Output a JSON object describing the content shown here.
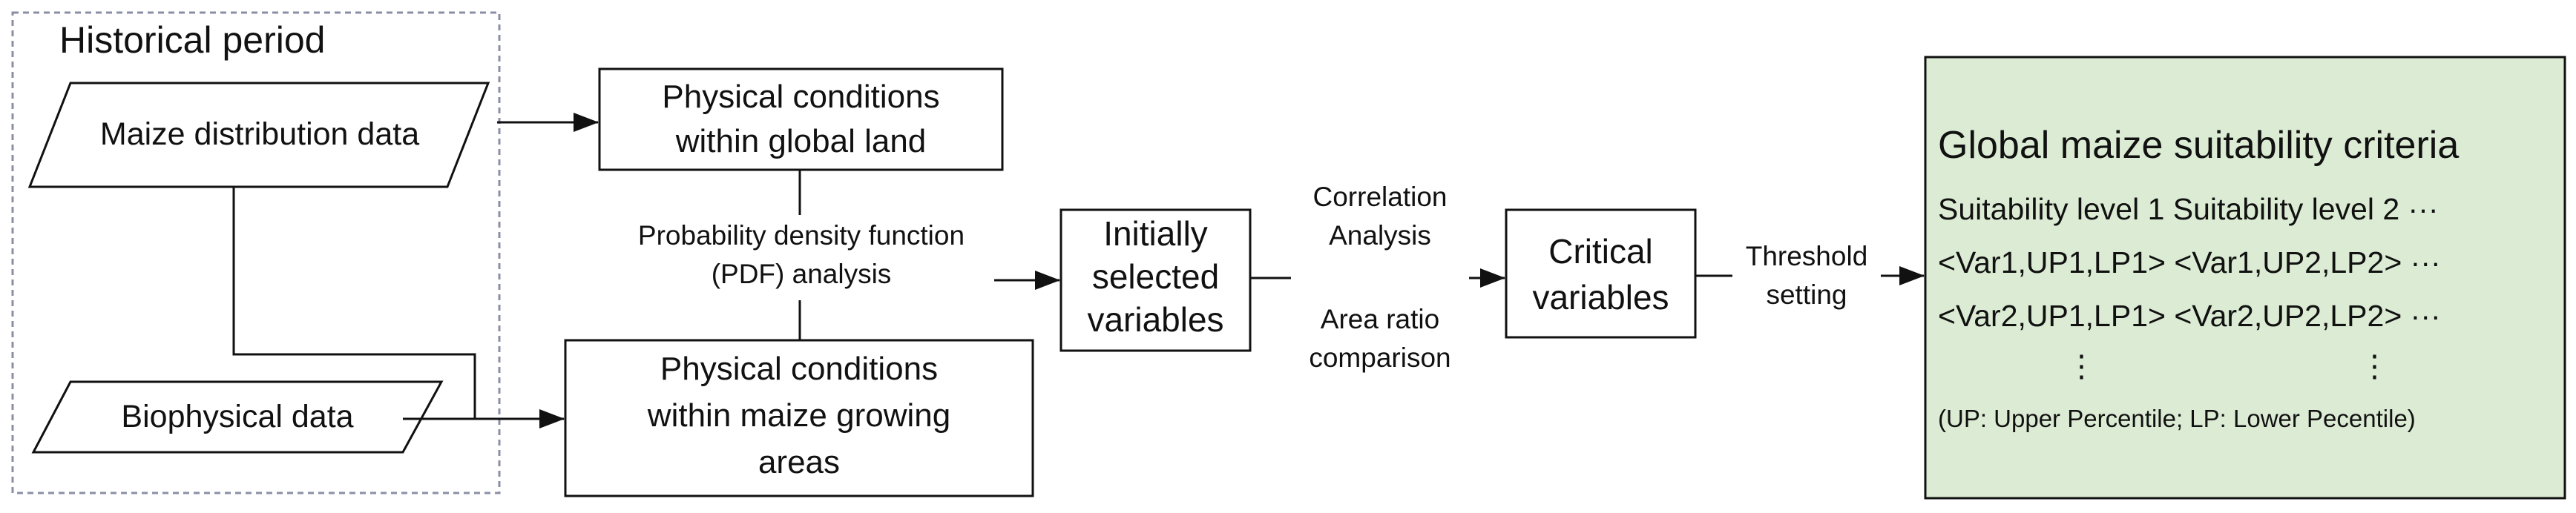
{
  "historical": {
    "title": "Historical period",
    "maize_distribution": "Maize distribution data",
    "biophysical": "Biophysical data"
  },
  "physical_global": [
    "Physical conditions",
    "within global land"
  ],
  "physical_maize": [
    "Physical conditions",
    "within maize growing",
    "areas"
  ],
  "pdf_analysis": [
    "Probability density function",
    "(PDF) analysis"
  ],
  "initially_selected": [
    "Initially",
    "selected",
    "variables"
  ],
  "correlation": [
    "Correlation",
    "Analysis"
  ],
  "area_ratio": [
    "Area ratio",
    "comparison"
  ],
  "critical": [
    "Critical",
    "variables"
  ],
  "threshold": [
    "Threshold",
    "setting"
  ],
  "criteria": {
    "title": "Global maize suitability criteria",
    "row1": "Suitability level 1 Suitability level 2 ···",
    "row2": "<Var1,UP1,LP1> <Var1,UP2,LP2> ···",
    "row3": "<Var2,UP1,LP1> <Var2,UP2,LP2> ···",
    "vdots": "⋮",
    "note": "(UP: Upper Percentile; LP: Lower Pecentile)",
    "fill": "#dcecd4"
  }
}
